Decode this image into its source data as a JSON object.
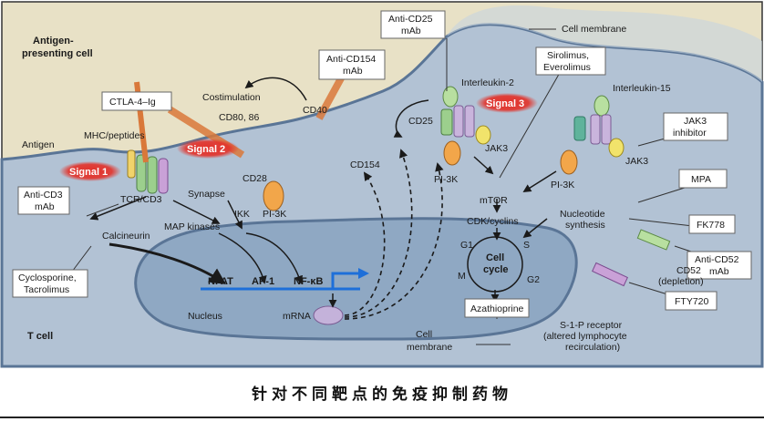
{
  "labels": {
    "apc": "Antigen-",
    "apc2": "presenting cell",
    "t_cell": "T cell",
    "cell_membrane_top": "Cell membrane",
    "cell_membrane_bottom": "Cell",
    "cell_membrane_bottom2": "membrane",
    "costimulation": "Costimulation",
    "cd80_86": "CD80, 86",
    "cd40": "CD40",
    "cd154": "CD154",
    "cd28": "CD28",
    "antigen": "Antigen",
    "mhc": "MHC/peptides",
    "tcr": "TCR/CD3",
    "synapse": "Synapse",
    "pi3k_1": "PI-3K",
    "ikk": "IKK",
    "map": "MAP kinases",
    "calcineurin": "Calcineurin",
    "nfat": "NFAT",
    "ap1": "AP-1",
    "nfkb": "NF-κB",
    "nucleus": "Nucleus",
    "mrna": "mRNA",
    "il2": "Interleukin-2",
    "cd25": "CD25",
    "jak3_1": "JAK3",
    "pi3k_2": "PI-3K",
    "mtor": "mTOR",
    "il15": "Interleukin-15",
    "jak3_2": "JAK3",
    "pi3k_3": "PI-3K",
    "cdk": "CDK/cyclins",
    "nucleotide": "Nucleotide",
    "nucleotide2": "synthesis",
    "g1": "G1",
    "s": "S",
    "g2": "G2",
    "m": "M",
    "cellcycle": "Cell",
    "cellcycle2": "cycle",
    "cd52": "CD52",
    "cd52_2": "(depletion)",
    "s1p": "S-1-P receptor",
    "s1p_2": "(altered lymphocyte",
    "s1p_3": "recirculation)"
  },
  "signals": {
    "s1": "Signal 1",
    "s2": "Signal 2",
    "s3": "Signal 3"
  },
  "drugs": {
    "ctla4": "CTLA-4–Ig",
    "anti_cd154_1": "Anti-CD154",
    "anti_cd154_2": "mAb",
    "anti_cd25_1": "Anti-CD25",
    "anti_cd25_2": "mAb",
    "sirolimus_1": "Sirolimus,",
    "sirolimus_2": "Everolimus",
    "jak3inh_1": "JAK3",
    "jak3inh_2": "inhibitor",
    "mpa": "MPA",
    "fk778": "FK778",
    "anti_cd52_1": "Anti-CD52",
    "anti_cd52_2": "mAb",
    "fty720": "FTY720",
    "anti_cd3_1": "Anti-CD3",
    "anti_cd3_2": "mAb",
    "cyclo_1": "Cyclosporine,",
    "cyclo_2": "Tacrolimus",
    "aza": "Azathioprine"
  },
  "caption": "针对不同靶点的免疫抑制药物",
  "colors": {
    "apc_fill": "#e6dfc4",
    "tcell_fill": "#aebfd2",
    "nucleus_fill": "#8ea7c2",
    "membrane_stroke": "#5a7596",
    "signal_red": "#d8322a",
    "arrow_orange": "#d9783a"
  }
}
